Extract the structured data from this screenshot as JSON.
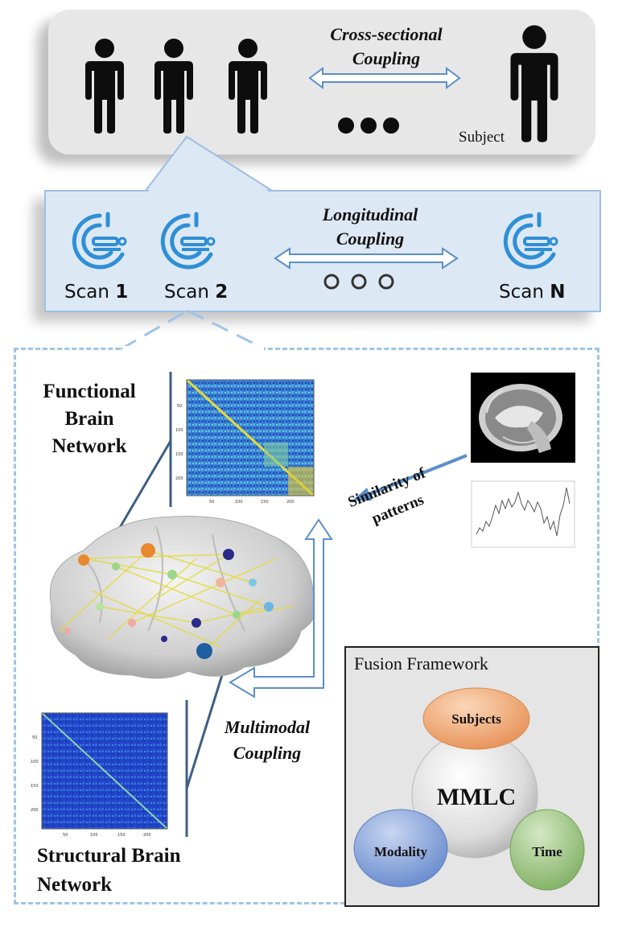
{
  "subjects_panel": {
    "cross_sectional_line1": "Cross-sectional",
    "cross_sectional_line2": "Coupling",
    "subject_label": "Subject"
  },
  "scans_panel": {
    "longitudinal_line1": "Longitudinal",
    "longitudinal_line2": "Coupling",
    "scan1_prefix": "Scan ",
    "scan1_num": "1",
    "scan2_prefix": "Scan ",
    "scan2_num": "2",
    "scanN_prefix": "Scan ",
    "scanN_num": "N"
  },
  "networks": {
    "functional_line1": "Functional",
    "functional_line2": "Brain",
    "functional_line3": "Network",
    "structural_line1": "Structural Brain",
    "structural_line2": "Network",
    "matrix_ticks_y": [
      "50",
      "100",
      "150",
      "200"
    ],
    "matrix_ticks_x": [
      "50",
      "100",
      "150",
      "200"
    ]
  },
  "similarity": {
    "line1": "Similarity of",
    "line2": "patterns"
  },
  "multimodal": {
    "line1": "Multimodal",
    "line2": "Coupling"
  },
  "fusion": {
    "title": "Fusion Framework",
    "center": "MMLC",
    "subjects": "Subjects",
    "modality": "Modality",
    "time": "Time"
  },
  "colors": {
    "accent_blue": "#2e8fd6",
    "dashed_blue": "#9fc4e6",
    "arrow_blue": "#5b8fc9"
  }
}
